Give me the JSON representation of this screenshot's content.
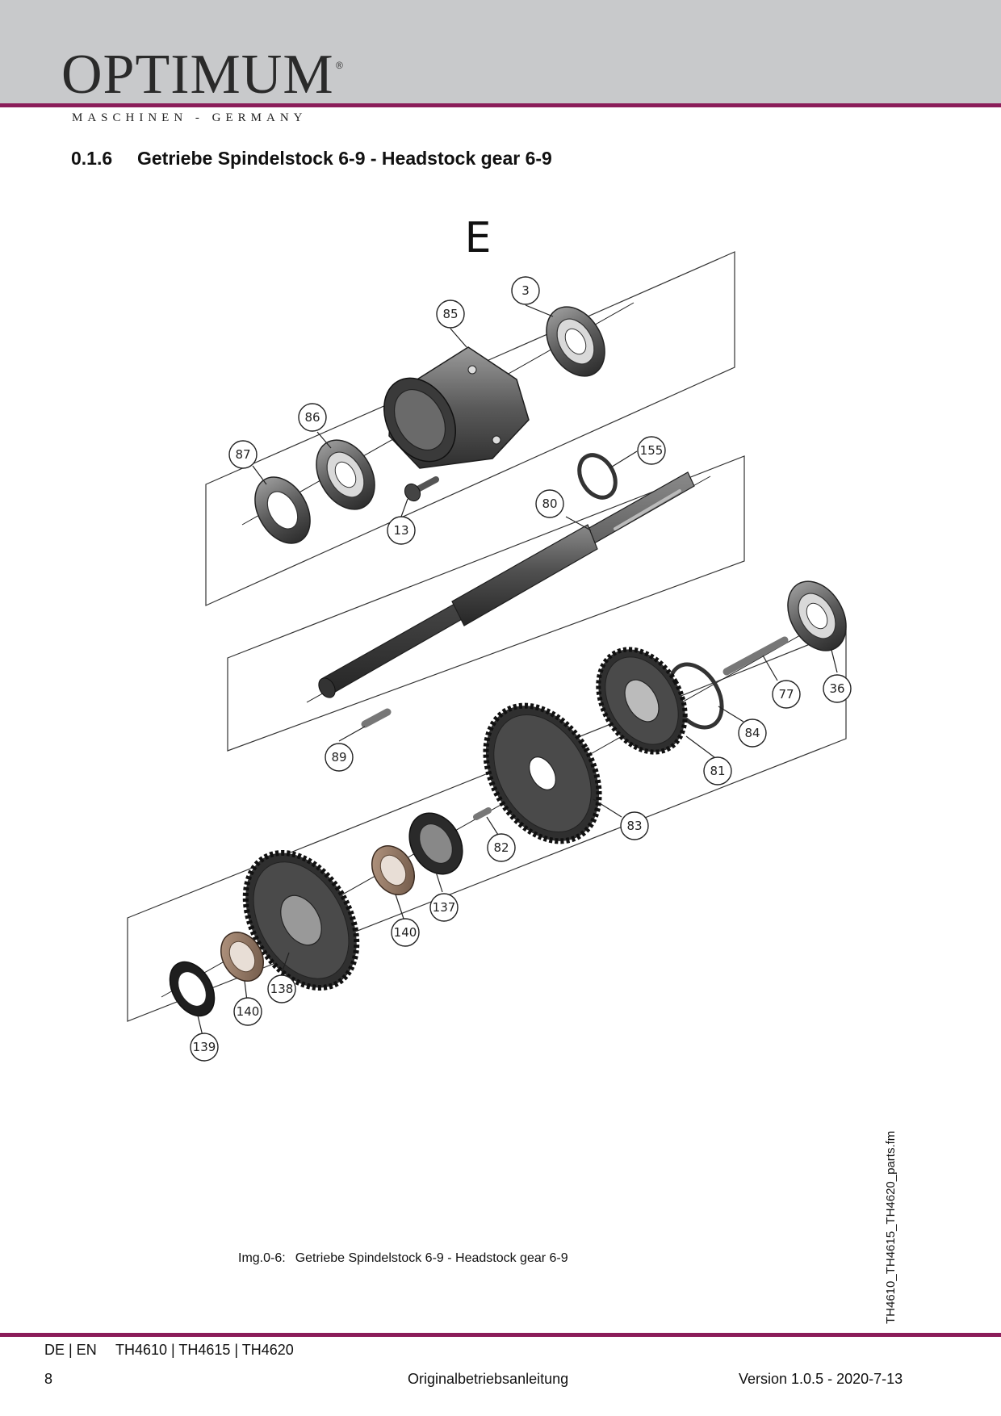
{
  "header": {
    "logo_text": "OPTIMUM",
    "logo_registered": "®",
    "logo_subtitle": "MASCHINEN - GERMANY"
  },
  "section": {
    "number": "0.1.6",
    "title": "Getriebe Spindelstock 6-9 - Headstock gear 6-9"
  },
  "diagram": {
    "group_letter": "E",
    "callouts": [
      "3",
      "85",
      "86",
      "87",
      "155",
      "80",
      "13",
      "77",
      "36",
      "84",
      "81",
      "89",
      "83",
      "82",
      "137",
      "140",
      "138",
      "140",
      "139"
    ]
  },
  "caption": {
    "label": "Img.0-6:",
    "text": "Getriebe Spindelstock 6-9 - Headstock gear 6-9"
  },
  "side_filename": "TH4610_TH4615_TH4620_parts.fm",
  "footer": {
    "languages": "DE | EN",
    "models": "TH4610 | TH4615 | TH4620",
    "page_number": "8",
    "document": "Originalbetriebsanleitung",
    "version": "Version 1.0.5 - 2020-7-13"
  },
  "colors": {
    "accent_rule": "#8b1d5a",
    "header_band": "#c8c9cb"
  }
}
